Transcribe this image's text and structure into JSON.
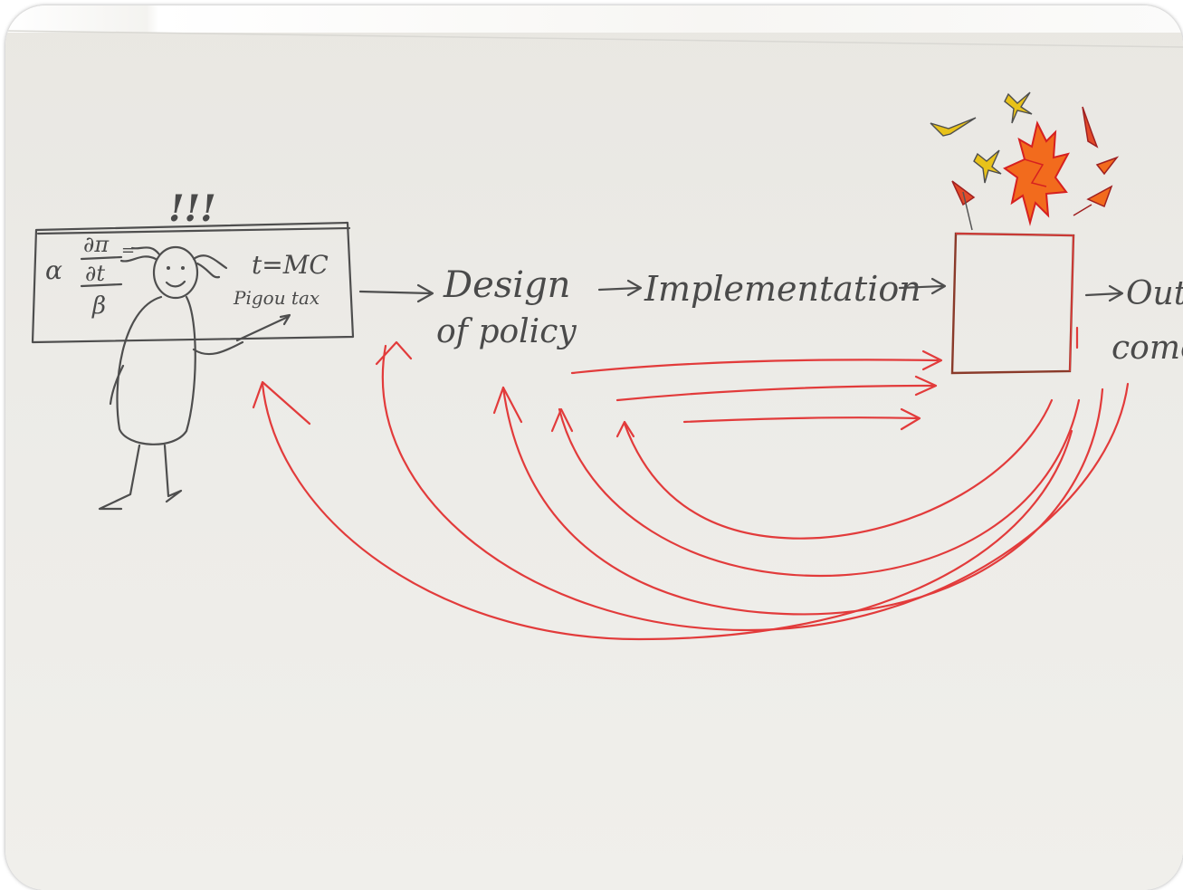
{
  "diagram": {
    "board": {
      "exclamation": "!!!",
      "formula_partial": "∂π",
      "formula_partial_den": "∂t",
      "formula_equals": "=",
      "alpha": "α",
      "beta": "β",
      "tax_eq": "t=MC",
      "pigou": "Pigou tax"
    },
    "flow": {
      "design_line1": "Design",
      "design_line2": "of policy",
      "implementation": "Implementation",
      "outcome_line1": "Out",
      "outcome_line2": "come"
    },
    "colors": {
      "pencil": "#4e4e4e",
      "feedback_red": "#e23b3b",
      "flame_orange": "#f26b1d",
      "spark_yellow": "#e8c21a"
    }
  }
}
